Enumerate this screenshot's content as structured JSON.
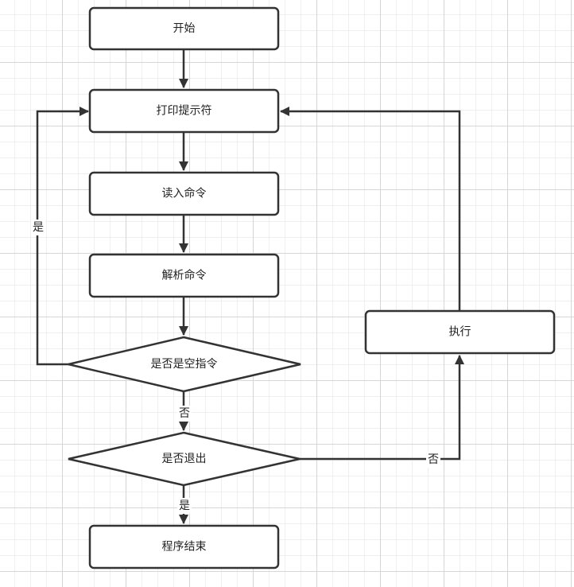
{
  "nodes": {
    "start": "开始",
    "print_prompt": "打印提示符",
    "read_command": "读入命令",
    "parse_command": "解析命令",
    "is_empty_command": "是否是空指令",
    "is_exit": "是否退出",
    "end": "程序结束",
    "execute": "执行"
  },
  "edge_labels": {
    "empty_yes": "是",
    "empty_no": "否",
    "exit_yes": "是",
    "exit_no": "否"
  }
}
